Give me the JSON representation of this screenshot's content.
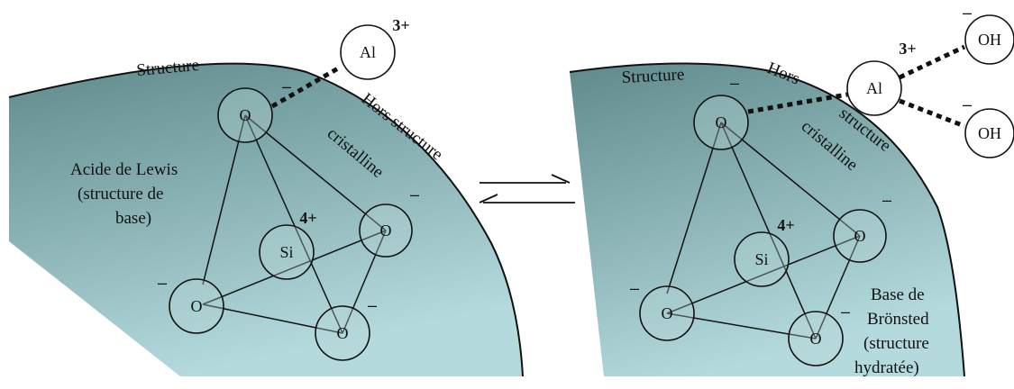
{
  "left": {
    "labels": {
      "structure": "Structure",
      "hors_structure": "Hors structure",
      "cristalline": "cristalline",
      "acide_line1": "Acide de Lewis",
      "acide_line2": "(structure de",
      "acide_line3": "base)"
    },
    "atoms": {
      "al": "Al",
      "al_charge": "3+",
      "si": "Si",
      "si_charge": "4+",
      "o": "O"
    },
    "minus": "–"
  },
  "right": {
    "labels": {
      "structure": "Structure",
      "hors": "Hors",
      "structure2": "structure",
      "cristalline": "cristalline",
      "base_line1": "Base de",
      "base_line2": "Brönsted",
      "base_line3": "(structure",
      "base_line4": "hydratée)"
    },
    "atoms": {
      "al": "Al",
      "al_charge": "3+",
      "si": "Si",
      "si_charge": "4+",
      "o": "O",
      "oh": "OH"
    },
    "minus": "–"
  },
  "colors": {
    "surface_top": "#5f8a8c",
    "surface_bottom": "#b4dadd",
    "line": "#111111"
  }
}
